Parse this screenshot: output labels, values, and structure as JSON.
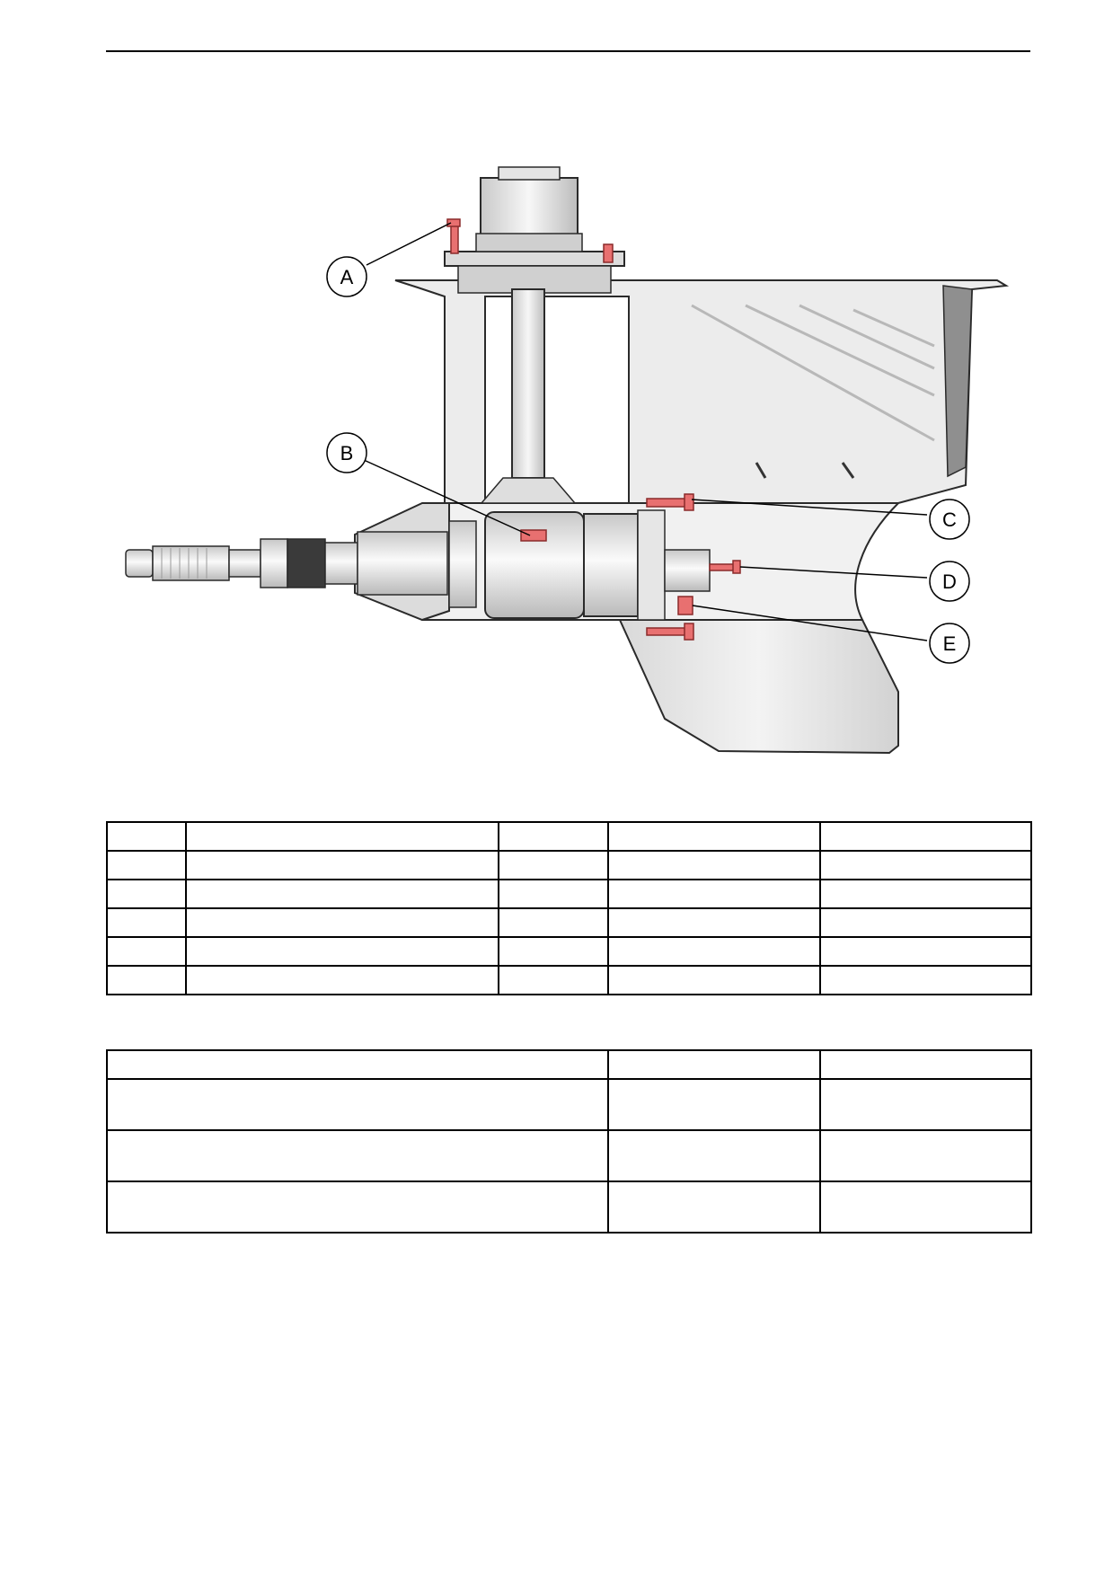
{
  "figure": {
    "callouts": [
      {
        "id": "A",
        "label": "A"
      },
      {
        "id": "B",
        "label": "B"
      },
      {
        "id": "C",
        "label": "C"
      },
      {
        "id": "D",
        "label": "D"
      },
      {
        "id": "E",
        "label": "E"
      }
    ],
    "highlight_color": "#e87070",
    "body_color": "#e6e6e6",
    "outline_color": "#2a2a2a"
  },
  "table1": {
    "rows": [
      [
        "",
        "",
        "",
        "",
        ""
      ],
      [
        "",
        "",
        "",
        "",
        ""
      ],
      [
        "",
        "",
        "",
        "",
        ""
      ],
      [
        "",
        "",
        "",
        "",
        ""
      ],
      [
        "",
        "",
        "",
        "",
        ""
      ],
      [
        "",
        "",
        "",
        "",
        ""
      ]
    ]
  },
  "table2": {
    "rows": [
      [
        "",
        "",
        ""
      ],
      [
        "",
        "",
        ""
      ],
      [
        "",
        "",
        ""
      ],
      [
        "",
        "",
        ""
      ]
    ]
  }
}
